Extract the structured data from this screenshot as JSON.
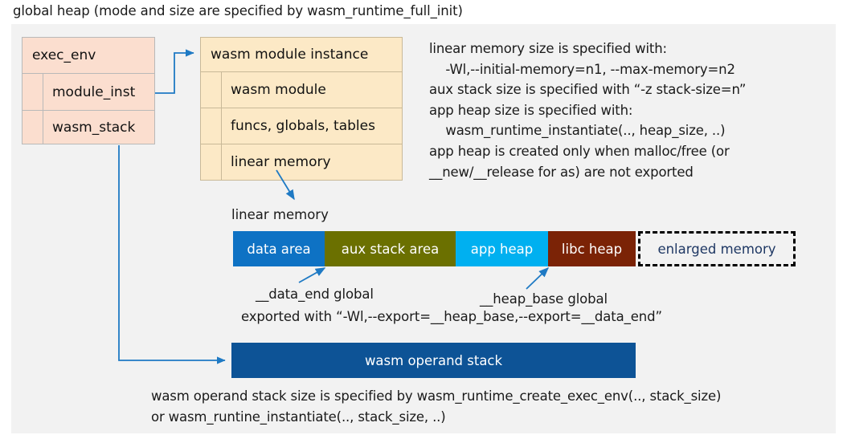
{
  "title": "global heap (mode and size are specified by wasm_runtime_full_init)",
  "exec_env": {
    "header": "exec_env",
    "rows": [
      {
        "label": "module_inst"
      },
      {
        "label": "wasm_stack"
      }
    ]
  },
  "module_instance": {
    "header": "wasm module instance",
    "rows": [
      {
        "label": "wasm module"
      },
      {
        "label": "funcs, globals, tables"
      },
      {
        "label": "linear memory"
      }
    ]
  },
  "info_text": "linear memory size is specified with:\n    -Wl,--initial-memory=n1, --max-memory=n2\naux stack size is specified with “-z stack-size=n”\napp heap size is specified with:\n    wasm_runtime_instantiate(.., heap_size, ..)\napp heap is created only when malloc/free (or\n__new/__release for as) are not exported",
  "linear_memory": {
    "label": "linear memory",
    "segments": [
      {
        "label": "data area",
        "color": "#0e72c4",
        "width": 114
      },
      {
        "label": "aux stack area",
        "color": "#6b7000",
        "width": 163
      },
      {
        "label": "app heap",
        "color": "#00b0f0",
        "width": 115
      },
      {
        "label": "libc heap",
        "color": "#7b2306",
        "width": 109
      },
      {
        "label": "enlarged memory",
        "color": "#f2f2f2",
        "width": 196,
        "dashed": true
      }
    ]
  },
  "annotations": {
    "data_end": "__data_end global",
    "heap_base": "__heap_base global",
    "exported": "exported with “-Wl,--export=__heap_base,--export=__data_end”"
  },
  "operand_stack": {
    "label": "wasm operand stack"
  },
  "bottom_text": "wasm operand stack size is specified by wasm_runtime_create_exec_env(.., stack_size)\nor wasm_runtine_instantiate(.., stack_size, ..)",
  "colors": {
    "panel_bg": "#f2f2f2",
    "exec_env_fill": "#fbdecf",
    "module_fill": "#fce9c6",
    "arrow": "#1f7ac4",
    "operand_stack_fill": "#0d5396",
    "enlarged_text": "#1f3864"
  }
}
